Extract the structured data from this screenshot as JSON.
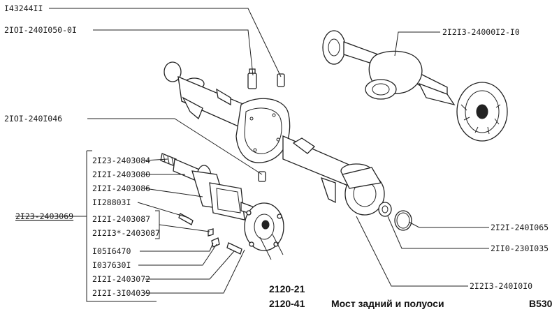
{
  "labels": {
    "l1": "I43244II",
    "l2": "2IOI-240I050-0I",
    "l3": "2I2I3-24000I2-I0",
    "l4": "2IOI-240I046",
    "l5": "2I23-2403084",
    "l6": "2I2I-2403080",
    "l7": "2I2I-2403086",
    "l8": "II28803I",
    "l9": "2I23-2403069",
    "l10": "2I2I-2403087",
    "l11": "2I2I3*-2403087",
    "l12": "I05I6470",
    "l13": "I037630I",
    "l14": "2I2I-2403072",
    "l15": "2I2I-3I04039",
    "l16": "2I2I-240I065",
    "l17": "2II0-230I035",
    "l18": "2I2I3-240I0I0"
  },
  "footer": {
    "model1": "2120-21",
    "model2": "2120-41",
    "title": "Мост задний и полуоси",
    "code": "B530"
  }
}
